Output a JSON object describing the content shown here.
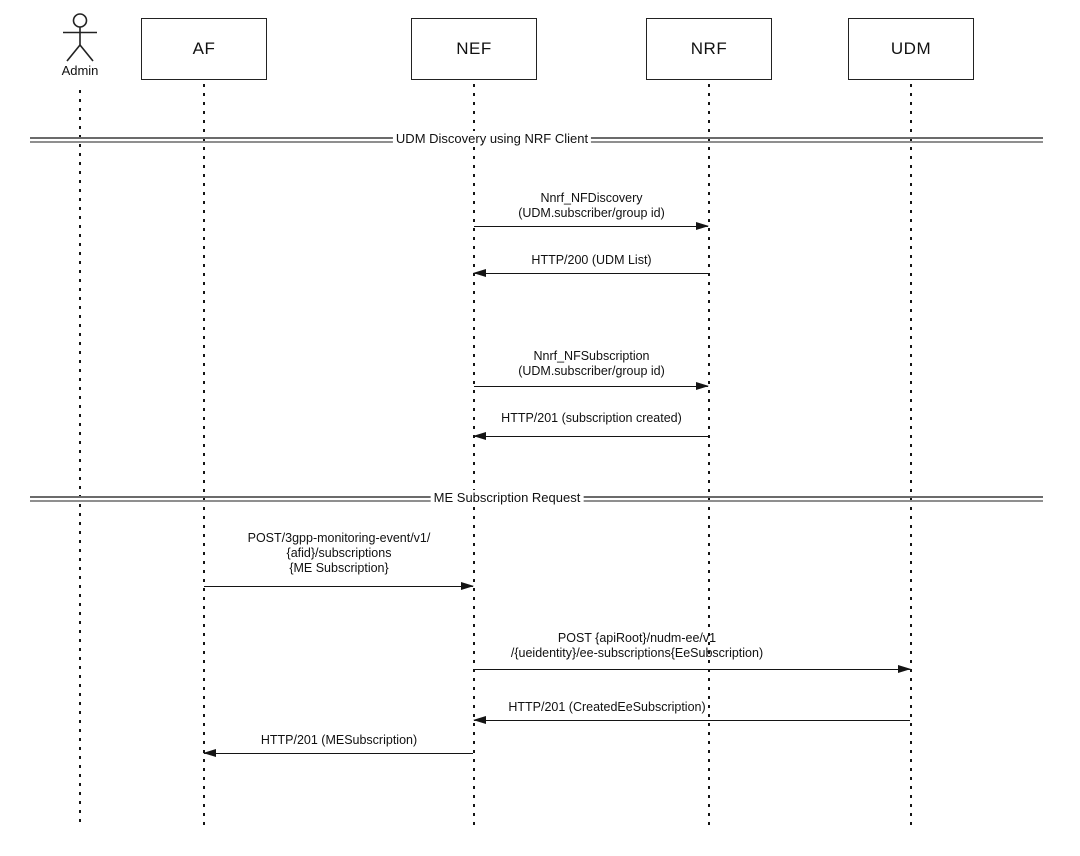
{
  "participants": [
    {
      "id": "admin",
      "type": "actor",
      "label": "Admin"
    },
    {
      "id": "af",
      "type": "box",
      "label": "AF"
    },
    {
      "id": "nef",
      "type": "box",
      "label": "NEF"
    },
    {
      "id": "nrf",
      "type": "box",
      "label": "NRF"
    },
    {
      "id": "udm",
      "type": "box",
      "label": "UDM"
    }
  ],
  "dividers": [
    {
      "label": "UDM Discovery using NRF Client"
    },
    {
      "label": "ME Subscription Request"
    }
  ],
  "messages": [
    {
      "from": "NEF",
      "to": "NRF",
      "lines": [
        "Nnrf_NFDiscovery",
        "(UDM.subscriber/group id)"
      ]
    },
    {
      "from": "NRF",
      "to": "NEF",
      "lines": [
        "HTTP/200 (UDM List)"
      ]
    },
    {
      "from": "NEF",
      "to": "NRF",
      "lines": [
        "Nnrf_NFSubscription",
        "(UDM.subscriber/group id)"
      ]
    },
    {
      "from": "NRF",
      "to": "NEF",
      "lines": [
        "HTTP/201 (subscription created)"
      ]
    },
    {
      "from": "AF",
      "to": "NEF",
      "lines": [
        "POST/3gpp-monitoring-event/v1/",
        "{afid}/subscriptions",
        "{ME Subscription}"
      ]
    },
    {
      "from": "NEF",
      "to": "UDM",
      "lines": [
        "POST {apiRoot}/nudm-ee/v1",
        "/{ueidentity}/ee-subscriptions{EeSubscription)"
      ]
    },
    {
      "from": "UDM",
      "to": "NEF",
      "lines": [
        "HTTP/201 (CreatedEeSubscription)"
      ]
    },
    {
      "from": "NEF",
      "to": "AF",
      "lines": [
        "HTTP/201 (MESubscription)"
      ]
    }
  ],
  "colors": {
    "line": "#141414",
    "divider_line": "#6b6b6b",
    "background": "#ffffff"
  }
}
